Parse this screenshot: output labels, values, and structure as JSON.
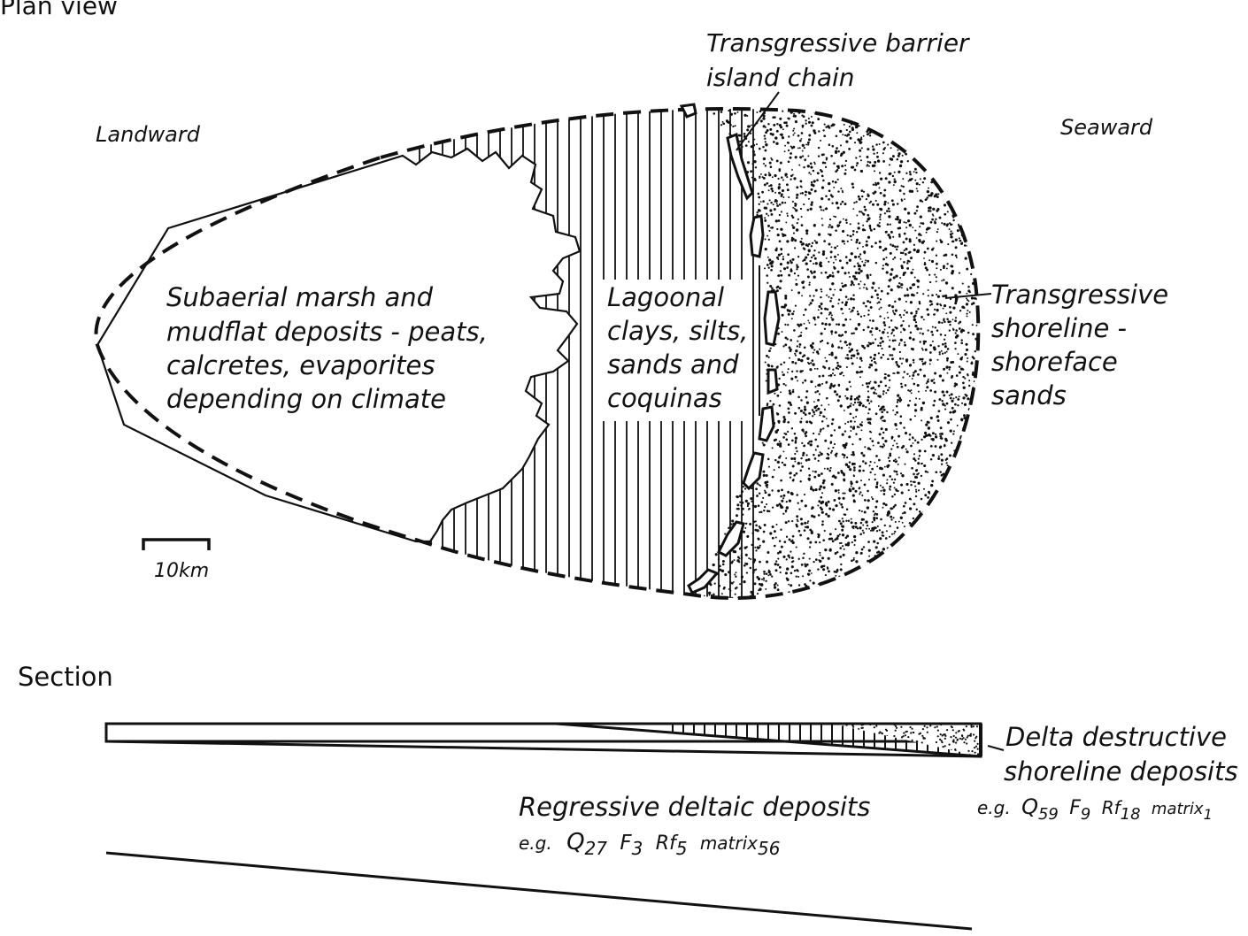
{
  "plan": {
    "title": "Plan view",
    "landward": "Landward",
    "seaward": "Seaward",
    "barrier_label_1": "Transgressive barrier",
    "barrier_label_2": "island chain",
    "marsh_1": "Subaerial marsh and",
    "marsh_2": "mudflat deposits - peats,",
    "marsh_3": "calcretes, evaporites",
    "marsh_4": "depending on climate",
    "lagoon_1": "Lagoonal",
    "lagoon_2": "clays, silts,",
    "lagoon_3": "sands and",
    "lagoon_4": "coquinas",
    "sand_1": "Transgressive",
    "sand_2": "shoreline -",
    "sand_3": "shoreface",
    "sand_4": "sands",
    "scale_label": "10km"
  },
  "section": {
    "title": "Section",
    "delta_1": "Delta destructive",
    "delta_2": "shoreline deposits",
    "delta_comp": {
      "pre": "e.g.",
      "q": "Q",
      "q_sub": "59",
      "f": "F",
      "f_sub": "9",
      "rf": "Rf",
      "rf_sub": "18",
      "matrix": "matrix",
      "matrix_sub": "1"
    },
    "regressive": "Regressive deltaic deposits",
    "regressive_comp": {
      "pre": "e.g.",
      "q": "Q",
      "q_sub": "27",
      "f": "F",
      "f_sub": "3",
      "rf": "Rf",
      "rf_sub": "5",
      "matrix": "matrix",
      "matrix_sub": "56"
    }
  },
  "colors": {
    "ink": "#111111",
    "paper": "#ffffff"
  }
}
